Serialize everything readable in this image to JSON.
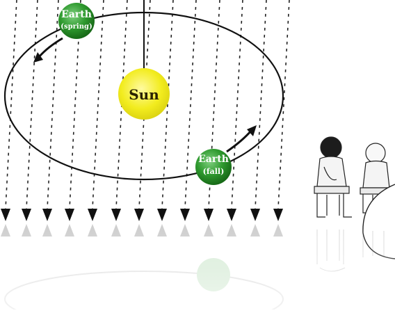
{
  "diagram": {
    "sun": {
      "label": "Sun",
      "color": "#f2ec1e"
    },
    "earth_spring": {
      "name": "Earth",
      "season": "(spring)",
      "color": "#2f9a2f"
    },
    "earth_fall": {
      "name": "Earth",
      "season": "(fall)",
      "color": "#2f9a2f"
    },
    "orbit_color": "#111111",
    "light_ray_color": "#222222",
    "reflection_opacity": 0.25
  },
  "illustration": {
    "description_icon": "seated-figures-illustration",
    "figure_count": 3
  }
}
